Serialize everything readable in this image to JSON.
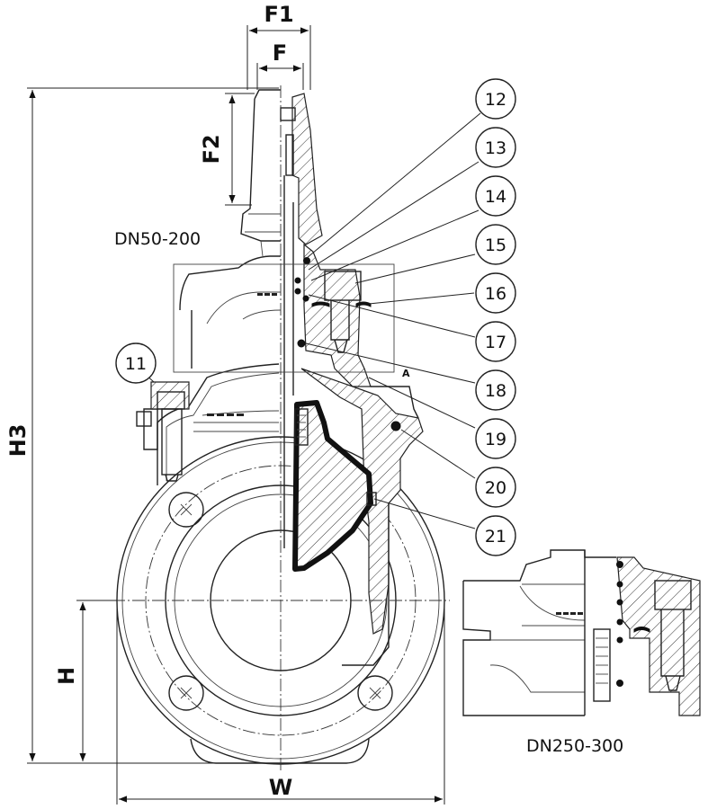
{
  "dimensions": {
    "F1": "F1",
    "F": "F",
    "F2": "F2",
    "H3": "H3",
    "H": "H",
    "W": "W"
  },
  "captions": {
    "main_range": "DN50-200",
    "detail_range": "DN250-300",
    "detail_marker": "A"
  },
  "callouts": [
    {
      "number": "11"
    },
    {
      "number": "12"
    },
    {
      "number": "13"
    },
    {
      "number": "14"
    },
    {
      "number": "15"
    },
    {
      "number": "16"
    },
    {
      "number": "17"
    },
    {
      "number": "18"
    },
    {
      "number": "19"
    },
    {
      "number": "20"
    },
    {
      "number": "21"
    }
  ]
}
